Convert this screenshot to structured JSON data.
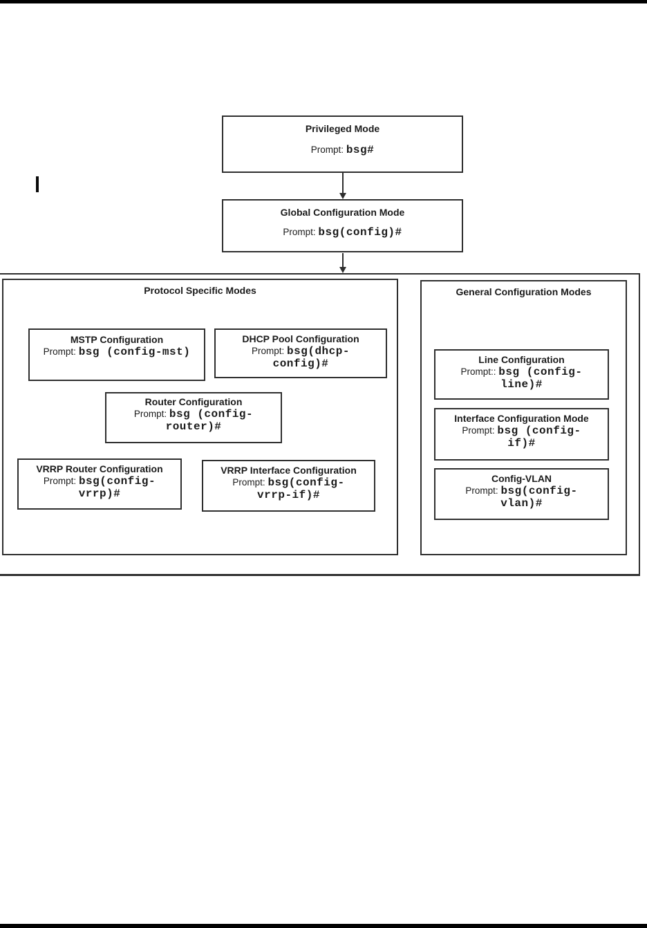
{
  "colors": {
    "border": "#2e2e2e",
    "page_bar": "#000000",
    "text": "#1a1a1a",
    "background": "#ffffff"
  },
  "diagram": {
    "privileged_mode": {
      "title": "Privileged Mode",
      "prompt_label": "Prompt:",
      "prompt": "bsg#"
    },
    "global_config_mode": {
      "title": "Global Configuration Mode",
      "prompt_label": "Prompt:",
      "prompt": "bsg(config)#"
    },
    "protocol_group": {
      "title": "Protocol Specific Modes"
    },
    "general_group": {
      "title": "General Configuration Modes"
    },
    "mstp": {
      "title": "MSTP Configuration",
      "prompt_label": "Prompt:",
      "prompt": "bsg (config-mst)"
    },
    "dhcp": {
      "title": "DHCP Pool Configuration",
      "prompt_label": "Prompt:",
      "prompt_line1": "bsg(dhcp-",
      "prompt_line2": "config)#"
    },
    "router": {
      "title": "Router Configuration",
      "prompt_label": "Prompt:",
      "prompt_line1": "bsg (config-",
      "prompt_line2": "router)#"
    },
    "vrrp_router": {
      "title": "VRRP Router Configuration",
      "prompt_label": "Prompt:",
      "prompt_line1": "bsg(config-",
      "prompt_line2": "vrrp)#"
    },
    "vrrp_interface": {
      "title": "VRRP Interface Configuration",
      "prompt_label": "Prompt:",
      "prompt_line1": "bsg(config-",
      "prompt_line2": "vrrp-if)#"
    },
    "line_config": {
      "title": "Line Configuration",
      "prompt_label": "Prompt::",
      "prompt_line1": "bsg (config-",
      "prompt_line2": "line)#"
    },
    "interface_config": {
      "title": "Interface Configuration Mode",
      "prompt_label": "Prompt:",
      "prompt_line1": "bsg (config-",
      "prompt_line2": "if)#"
    },
    "config_vlan": {
      "title": "Config-VLAN",
      "prompt_label": "Prompt:",
      "prompt_line1": "bsg(config-",
      "prompt_line2": "vlan)#"
    }
  }
}
